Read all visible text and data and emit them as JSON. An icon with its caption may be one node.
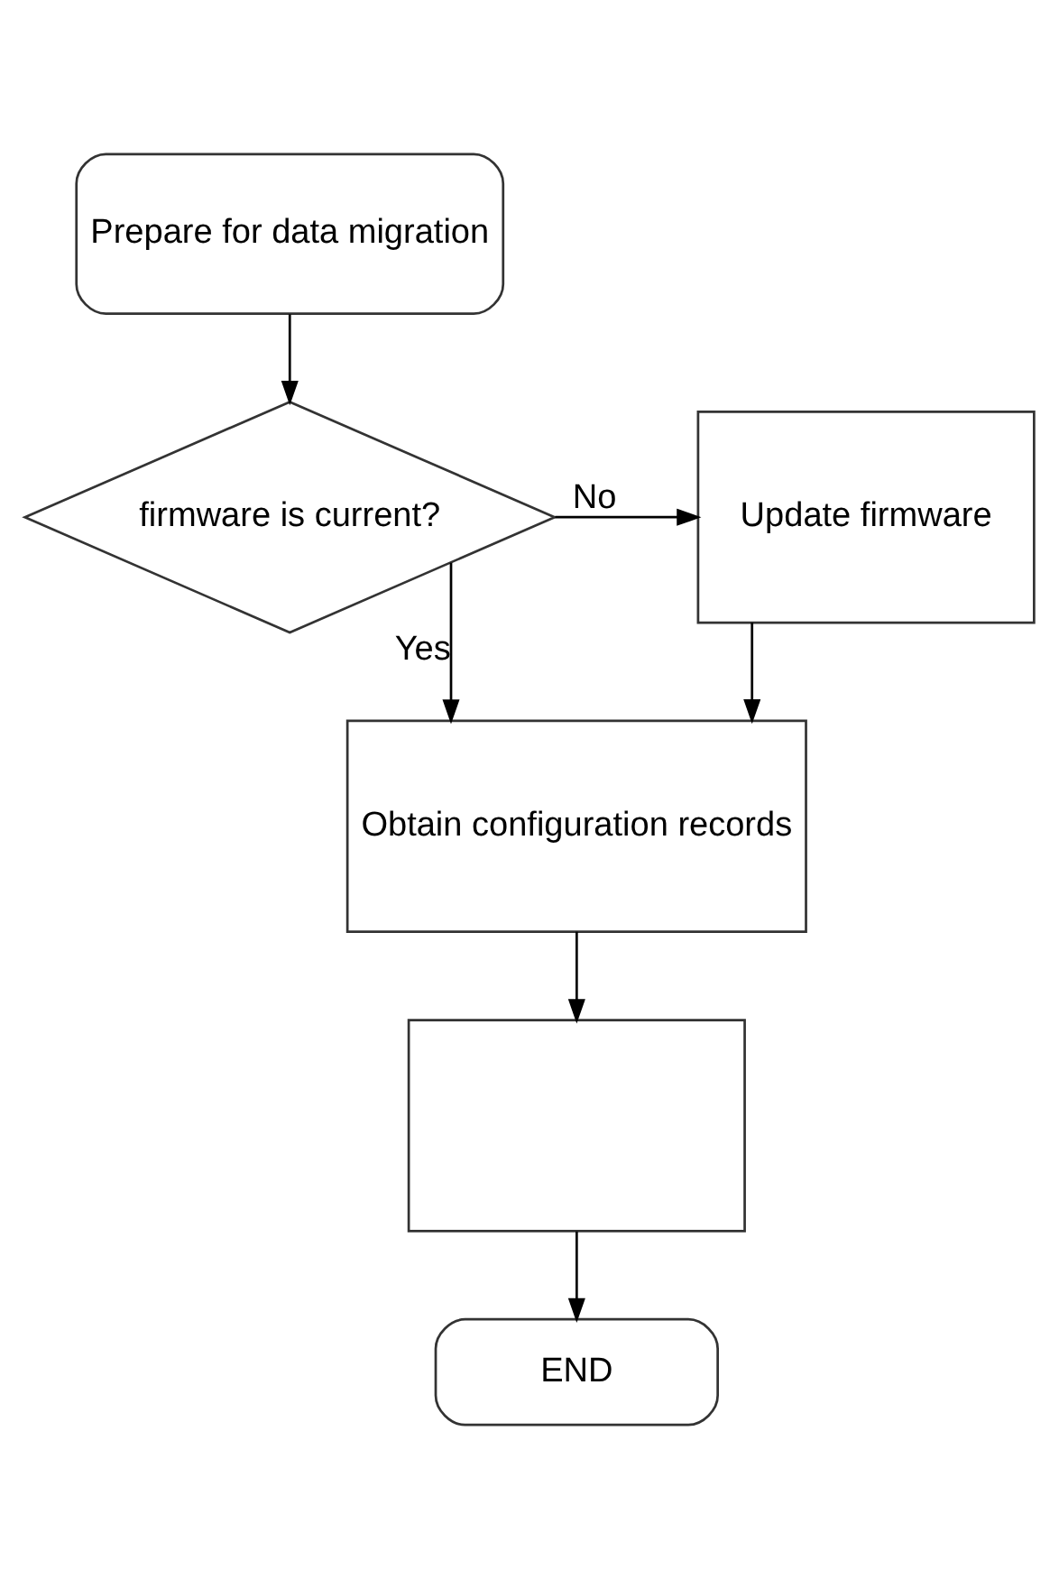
{
  "diagram": {
    "nodes": [
      {
        "text": [
          "Prepare for data migration"
        ]
      },
      {
        "text": [
          "firmware is current?"
        ]
      },
      {
        "text": [
          "Update firmware"
        ]
      },
      {
        "text": [
          "Obtain configuration records"
        ]
      },
      {
        "text": [],
        "shape": "box"
      },
      {
        "text": [
          "END"
        ]
      }
    ],
    "edges": [
      {
        "from": 0,
        "to": 1,
        "arrow": "to"
      },
      {
        "from": 1,
        "to": 2,
        "label": "No",
        "arrow": "to"
      },
      {
        "from": 1,
        "to": 3,
        "label": "Yes",
        "arrow": "to"
      },
      {
        "from": 2,
        "to": 3,
        "arrow": "to"
      },
      {
        "from": 3,
        "to": 4,
        "arrow": "to"
      },
      {
        "from": 4,
        "to": 5,
        "arrow": "to"
      }
    ]
  }
}
